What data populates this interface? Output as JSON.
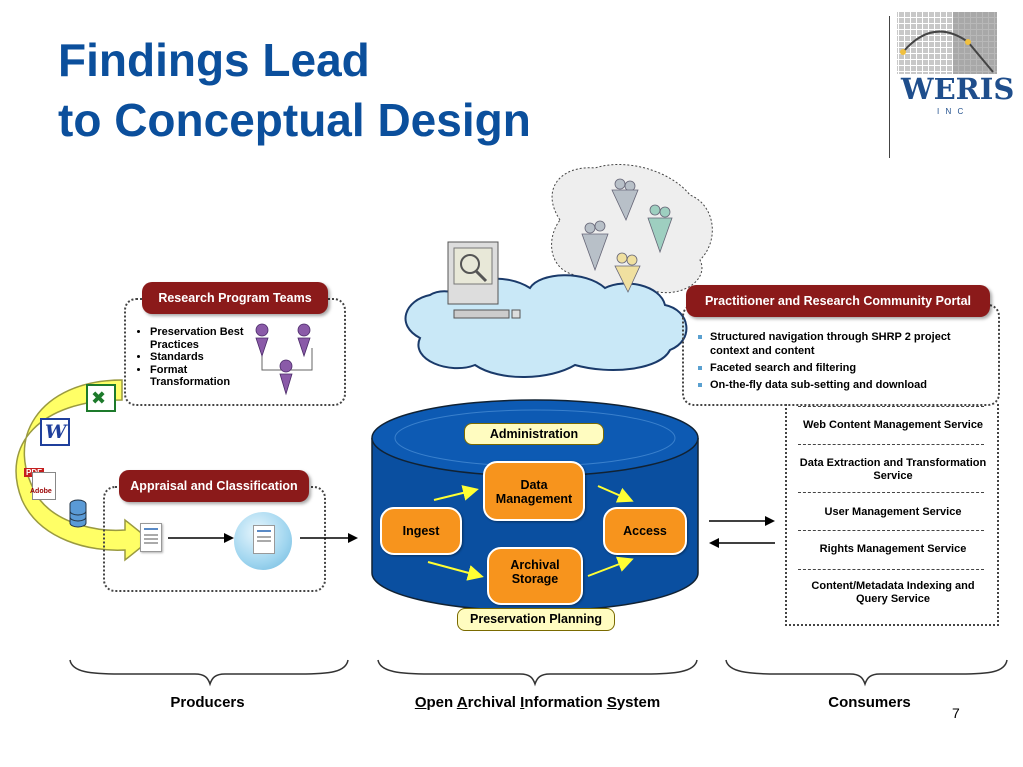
{
  "title": {
    "line1": "Findings Lead",
    "line2": "to Conceptual Design"
  },
  "logo": {
    "name": "WERIS",
    "sub": "I N C"
  },
  "producers": {
    "research_label": "Research Program Teams",
    "research_bullets": [
      "Preservation Best Practices",
      "Standards",
      "Format Transformation"
    ],
    "appraisal_label": "Appraisal and Classification"
  },
  "file_icons": {
    "pdf": "PDF",
    "adobe": "Adobe"
  },
  "oais": {
    "administration": "Administration",
    "data_management": "Data Management",
    "ingest": "Ingest",
    "access": "Access",
    "archival_storage": "Archival Storage",
    "preservation_planning": "Preservation Planning"
  },
  "portal": {
    "label": "Practitioner and Research Community Portal",
    "bullets": [
      "Structured navigation through SHRP 2 project context and content",
      "Faceted search and filtering",
      "On-the-fly data sub-setting and download"
    ]
  },
  "services": [
    "Web Content Management Service",
    "Data Extraction and Transformation Service",
    "User Management Service",
    "Rights Management Service",
    "Content/Metadata Indexing and Query Service"
  ],
  "footer": {
    "producers": "Producers",
    "oais": {
      "O": "O",
      "pen": "pen ",
      "A": "A",
      "rchival": "rchival ",
      "I": "I",
      "nformation": "nformation ",
      "S": "S",
      "ystem": "ystem"
    },
    "consumers": "Consumers"
  },
  "page_number": "7",
  "colors": {
    "title": "#0b4f9c",
    "pill": "#8b1a1a",
    "cylinder": "#0a4fa0",
    "box": "#f7941d",
    "label": "#fffcc0"
  }
}
